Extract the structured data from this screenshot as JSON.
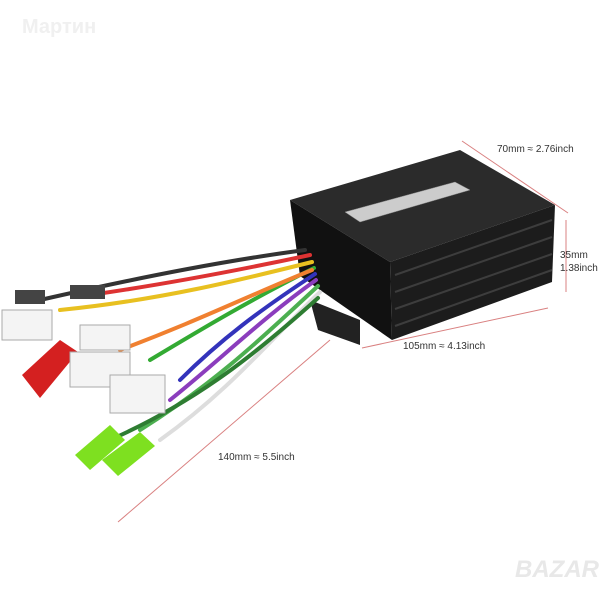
{
  "watermark_top": "Мартин",
  "watermark_bottom": "BAZAR",
  "dimensions": {
    "width": "70mm ≈ 2.76inch",
    "height_mm": "35mm",
    "height_in": "1.38inch",
    "length": "105mm ≈ 4.13inch",
    "cable": "140mm ≈ 5.5inch"
  },
  "colors": {
    "dim_line": "#d98080",
    "housing": "#1a1a1a"
  }
}
